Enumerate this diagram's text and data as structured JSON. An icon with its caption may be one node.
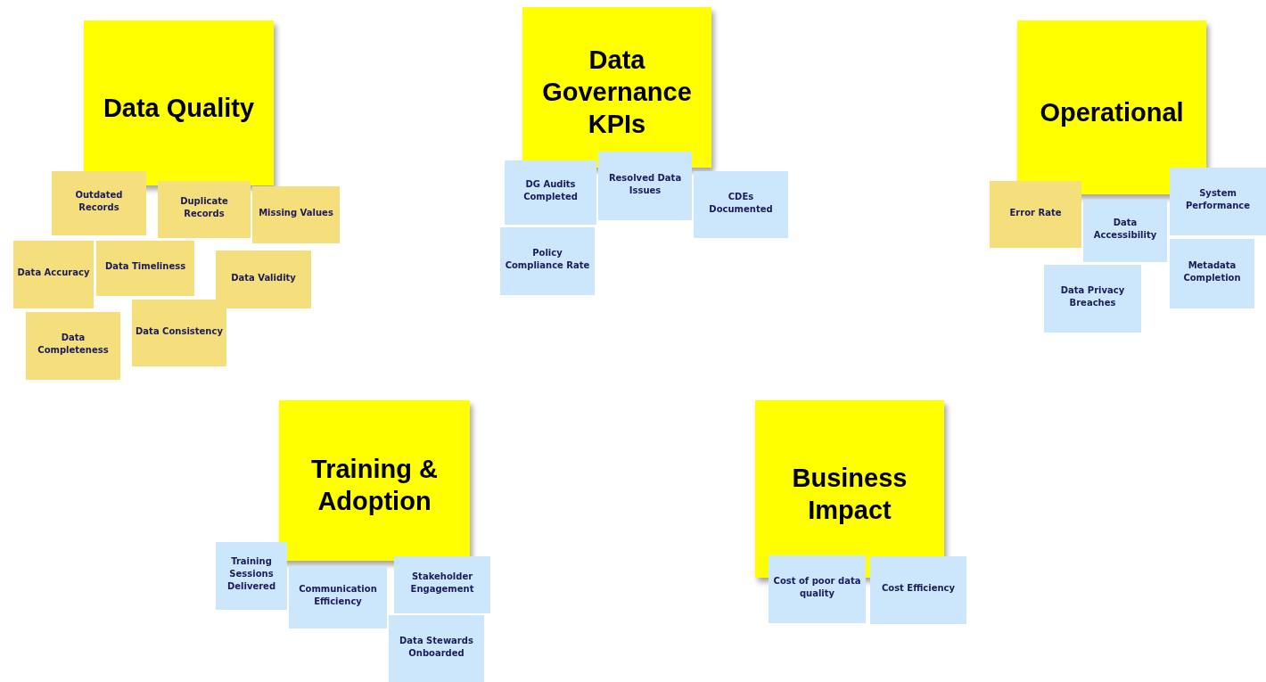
{
  "diagram": {
    "nodes": [
      {
        "text": [
          "Data Quality"
        ]
      },
      {
        "text": [
          "Outdated Records"
        ]
      },
      {
        "text": [
          "Duplicate Records"
        ]
      },
      {
        "text": [
          "Missing Values"
        ]
      },
      {
        "text": [
          "Data Accuracy"
        ]
      },
      {
        "text": [
          "Data Timeliness"
        ]
      },
      {
        "text": [
          "Data Validity"
        ]
      },
      {
        "text": [
          "Data Completeness"
        ]
      },
      {
        "text": [
          "Data Consistency"
        ]
      },
      {
        "text": [
          "Data Governance KPIs"
        ]
      },
      {
        "text": [
          "DG Audits Completed"
        ]
      },
      {
        "text": [
          "Resolved Data Issues"
        ]
      },
      {
        "text": [
          "CDEs Documented"
        ]
      },
      {
        "text": [
          "Policy Compliance Rate"
        ]
      },
      {
        "text": [
          "Operational"
        ]
      },
      {
        "text": [
          "Error Rate"
        ]
      },
      {
        "text": [
          "System Performance"
        ]
      },
      {
        "text": [
          "Data Accessibility"
        ]
      },
      {
        "text": [
          "Metadata Completion"
        ]
      },
      {
        "text": [
          "Data Privacy Breaches"
        ]
      },
      {
        "text": [
          "Training & Adoption"
        ]
      },
      {
        "text": [
          "Training Sessions Delivered"
        ]
      },
      {
        "text": [
          "Communication Efficiency"
        ]
      },
      {
        "text": [
          "Stakeholder Engagement"
        ]
      },
      {
        "text": [
          "Data Stewards Onboarded"
        ]
      },
      {
        "text": [
          "Business Impact"
        ]
      },
      {
        "text": [
          "Cost of poor data quality"
        ]
      },
      {
        "text": [
          "Cost Efficiency"
        ]
      }
    ],
    "edges": []
  }
}
